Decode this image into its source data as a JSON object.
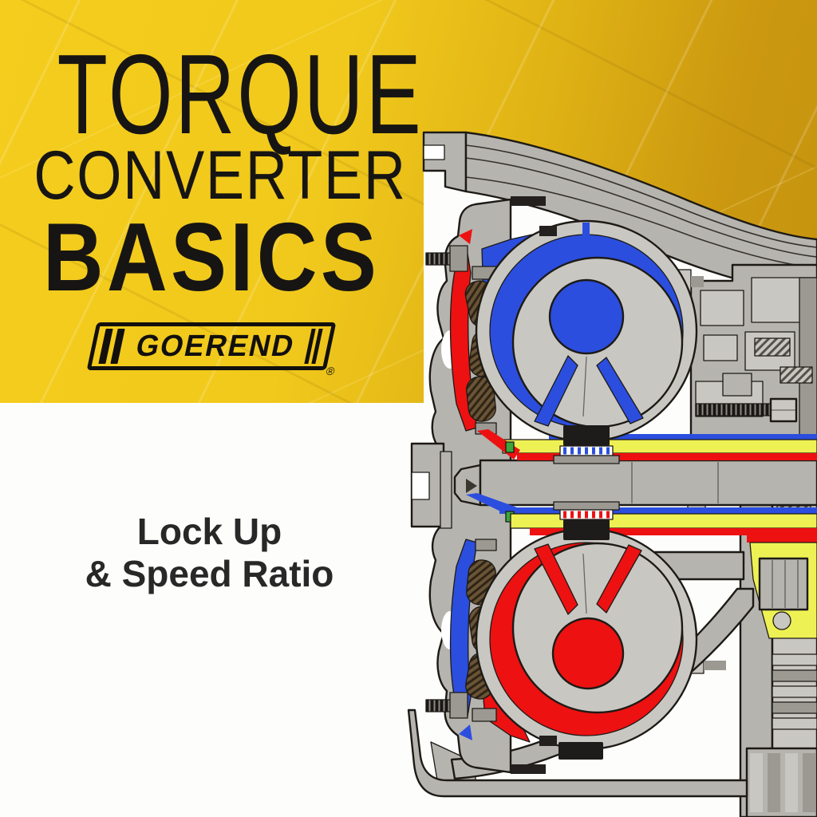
{
  "poster": {
    "title": {
      "line1": "TORQUE",
      "line2": "CONVERTER",
      "line3": "BASICS"
    },
    "brand": {
      "wordmark": "GOEREND",
      "registered_mark": "®"
    },
    "subtitle": {
      "line1": "Lock Up",
      "line2": "& Speed Ratio"
    }
  },
  "diagram": {
    "subject": "torque converter cross-section"
  },
  "colors": {
    "gold_left": "#f4cd1d",
    "gold_right": "#c3900e",
    "title_text": "#171513",
    "subtitle_text": "#282828",
    "logo_ink": "#12100d",
    "fluid_blue": "#2b4ede",
    "fluid_red": "#ed1111",
    "fluid_yellow": "#eef153",
    "fluid_cyan": "#3fd9c6",
    "fluid_green": "#3aa63c",
    "metal_light": "#c9c7c2",
    "metal_mid": "#b6b4af",
    "metal_dark": "#9b9992",
    "outline_ink": "#1d1a16",
    "spring_brown": "#6a5436",
    "seal_black": "#1e1c1a",
    "diagram_bg": "#fdfdfb"
  }
}
